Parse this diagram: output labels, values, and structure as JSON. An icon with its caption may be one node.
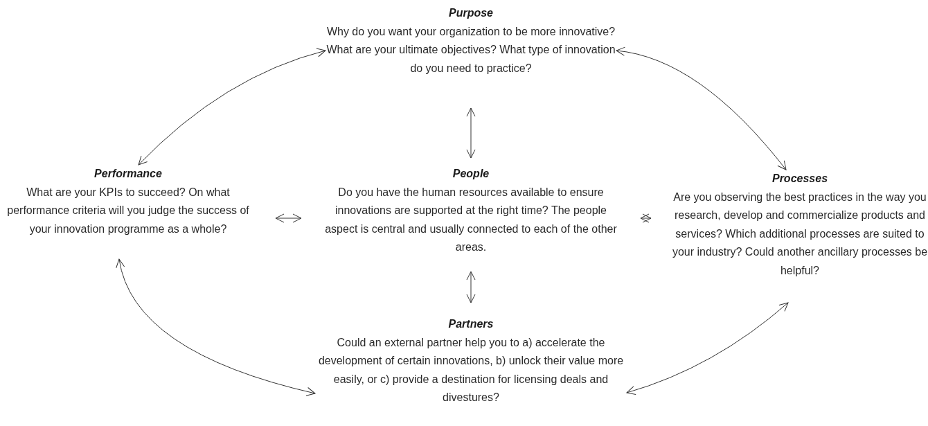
{
  "diagram": {
    "nodes": [
      {
        "text": [
          "Purpose",
          "Why do you want your organization to be more innovative? What are your ultimate objectives? What type of innovation do you need to practice?"
        ]
      },
      {
        "text": [
          "Performance",
          "What are your KPIs to succeed? On what performance criteria will you judge the success of your innovation programme as a whole?"
        ]
      },
      {
        "text": [
          "People",
          "Do you have the human resources available to ensure innovations are supported at the right time? The people aspect is central and usually connected to each of the other areas."
        ]
      },
      {
        "text": [
          "Processes",
          "Are you observing the best practices in the way you research, develop and commercialize products and services? Which additional processes are suited to your industry? Could another ancillary processes be helpful?"
        ]
      },
      {
        "text": [
          "Partners",
          "Could an external partner help you to a) accelerate the development of certain innovations, b) unlock their value more easily, or c) provide a destination for licensing deals and divestures?"
        ]
      }
    ],
    "edges": [
      {
        "from": 0,
        "to": 1,
        "arrow": "both"
      },
      {
        "from": 0,
        "to": 3,
        "arrow": "both"
      },
      {
        "from": 0,
        "to": 2,
        "arrow": "both"
      },
      {
        "from": 1,
        "to": 2,
        "arrow": "both"
      },
      {
        "from": 2,
        "to": 3,
        "arrow": "both"
      },
      {
        "from": 2,
        "to": 4,
        "arrow": "both"
      },
      {
        "from": 1,
        "to": 4,
        "arrow": "both"
      },
      {
        "from": 3,
        "to": 4,
        "arrow": "both"
      }
    ]
  }
}
